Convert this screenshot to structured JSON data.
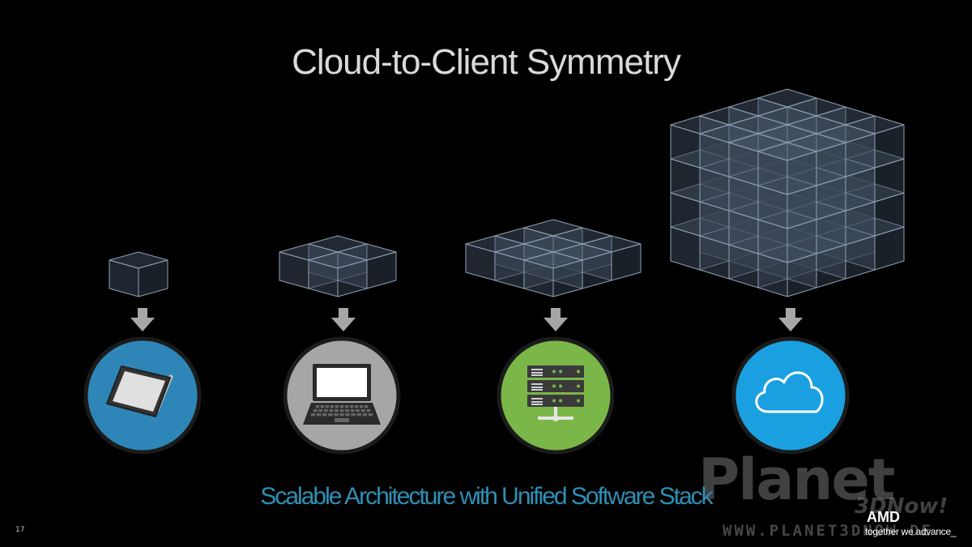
{
  "slide": {
    "title": "Cloud-to-Client Symmetry",
    "subtitle": "Scalable Architecture with Unified Software Stack",
    "page_number": "17"
  },
  "tiers": [
    {
      "device": "tablet",
      "icon": "tablet-icon",
      "circle_color": "#2e86b8",
      "cube_grid": "1x1x1"
    },
    {
      "device": "laptop",
      "icon": "laptop-icon",
      "circle_color": "#a6a6a6",
      "cube_grid": "2x2x1"
    },
    {
      "device": "server",
      "icon": "server-icon",
      "circle_color": "#7ab648",
      "cube_grid": "3x3x1"
    },
    {
      "device": "cloud",
      "icon": "cloud-icon",
      "circle_color": "#1aa0e0",
      "cube_grid": "4x4x4"
    }
  ],
  "colors": {
    "cube_face": "#3a4656",
    "cube_edge": "#8fa0b4",
    "arrow": "#a6a6a6",
    "subtitle": "#2e8fb5"
  },
  "branding": {
    "logo": "AMD",
    "tagline": "together we advance_"
  },
  "watermark": {
    "name": "Planet",
    "sub": "3DNow!",
    "url": "WWW.PLANET3DNOW.DE"
  }
}
